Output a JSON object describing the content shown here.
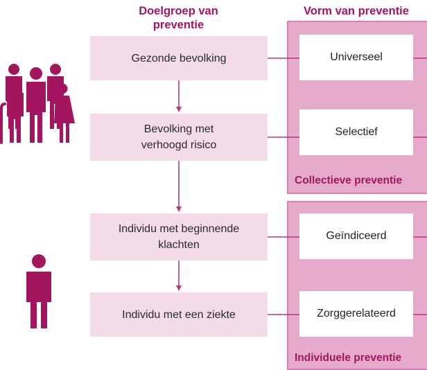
{
  "headers": {
    "target_group_line1": "Doelgroep van",
    "target_group_line2": "preventie",
    "form": "Vorm van preventie"
  },
  "target_groups": [
    {
      "line1": "Gezonde bevolking",
      "line2": ""
    },
    {
      "line1": "Bevolking met",
      "line2": "verhoogd risico"
    },
    {
      "line1": "Individu met beginnende",
      "line2": "klachten"
    },
    {
      "line1": "Individu met een ziekte",
      "line2": ""
    }
  ],
  "prevention_forms": [
    {
      "label": "Universeel"
    },
    {
      "label": "Selectief"
    },
    {
      "label": "Geïndiceerd"
    },
    {
      "label": "Zorggerelateerd"
    }
  ],
  "lanes": {
    "collective": "Collectieve  preventie",
    "individual": "Individuele preventie"
  },
  "colors": {
    "accent": "#a3155f",
    "lane_fill": "#e6aacb",
    "box_fill": "#f3dbe7",
    "connector": "#b03a78"
  },
  "icons": {
    "group": "group-of-people-icon",
    "individual": "person-icon"
  }
}
